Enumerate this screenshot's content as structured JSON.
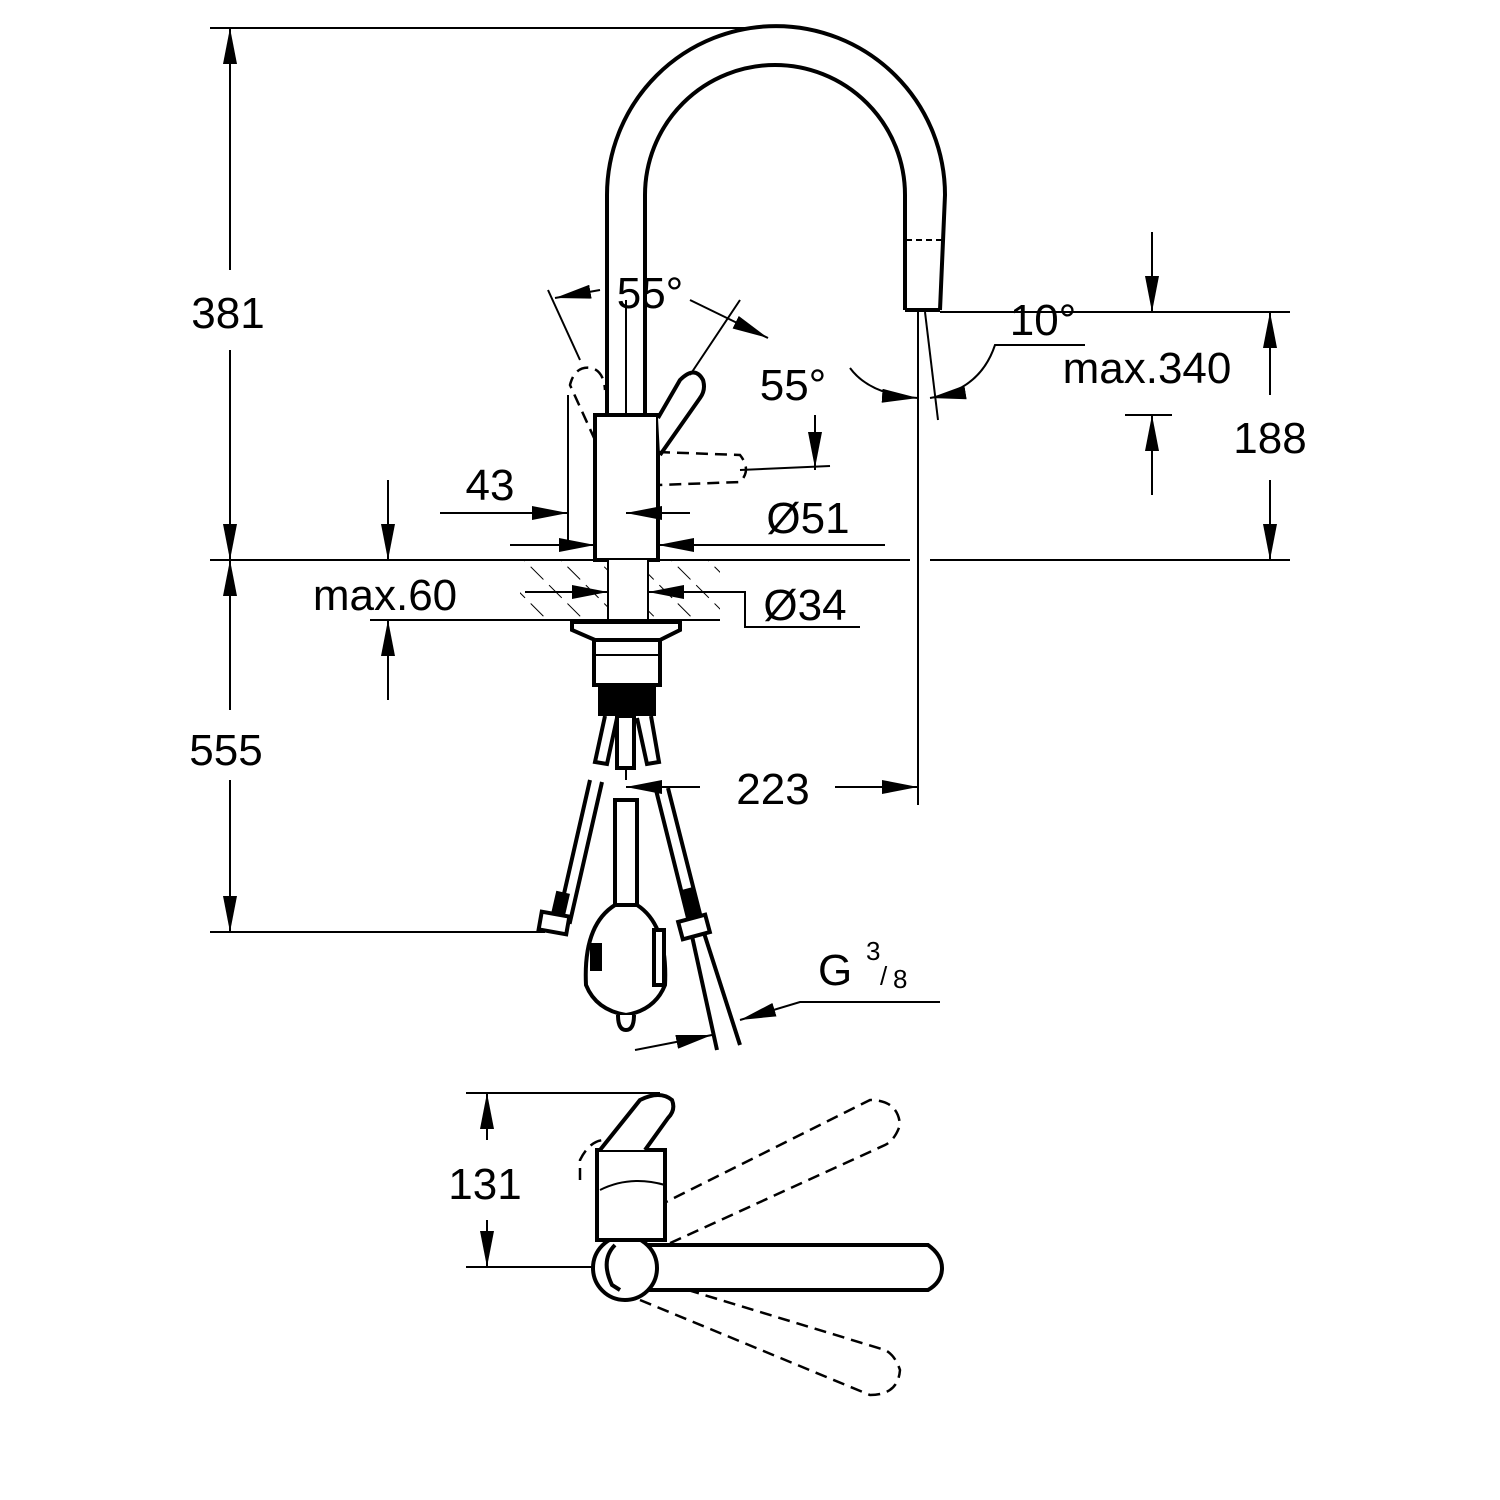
{
  "title": "Kitchen faucet with pull-out spray - dimension drawing",
  "side_view": {
    "dims": {
      "total_height_above_deck": "381",
      "below_deck_length": "555",
      "lever_angle_left": "55°",
      "lever_angle_right": "55°",
      "spout_tilt": "10°",
      "max_pullout": "max.340",
      "outlet_height": "188",
      "lever_offset": "43",
      "body_diameter": "Ø51",
      "max_deck_thickness": "max.60",
      "hole_diameter": "Ø34",
      "projection": "223",
      "connection_thread_g": "G",
      "connection_thread_num": "3",
      "connection_thread_den": "8"
    }
  },
  "top_view": {
    "dims": {
      "depth": "131"
    }
  },
  "colors": {
    "line": "#000000",
    "background": "#ffffff"
  }
}
